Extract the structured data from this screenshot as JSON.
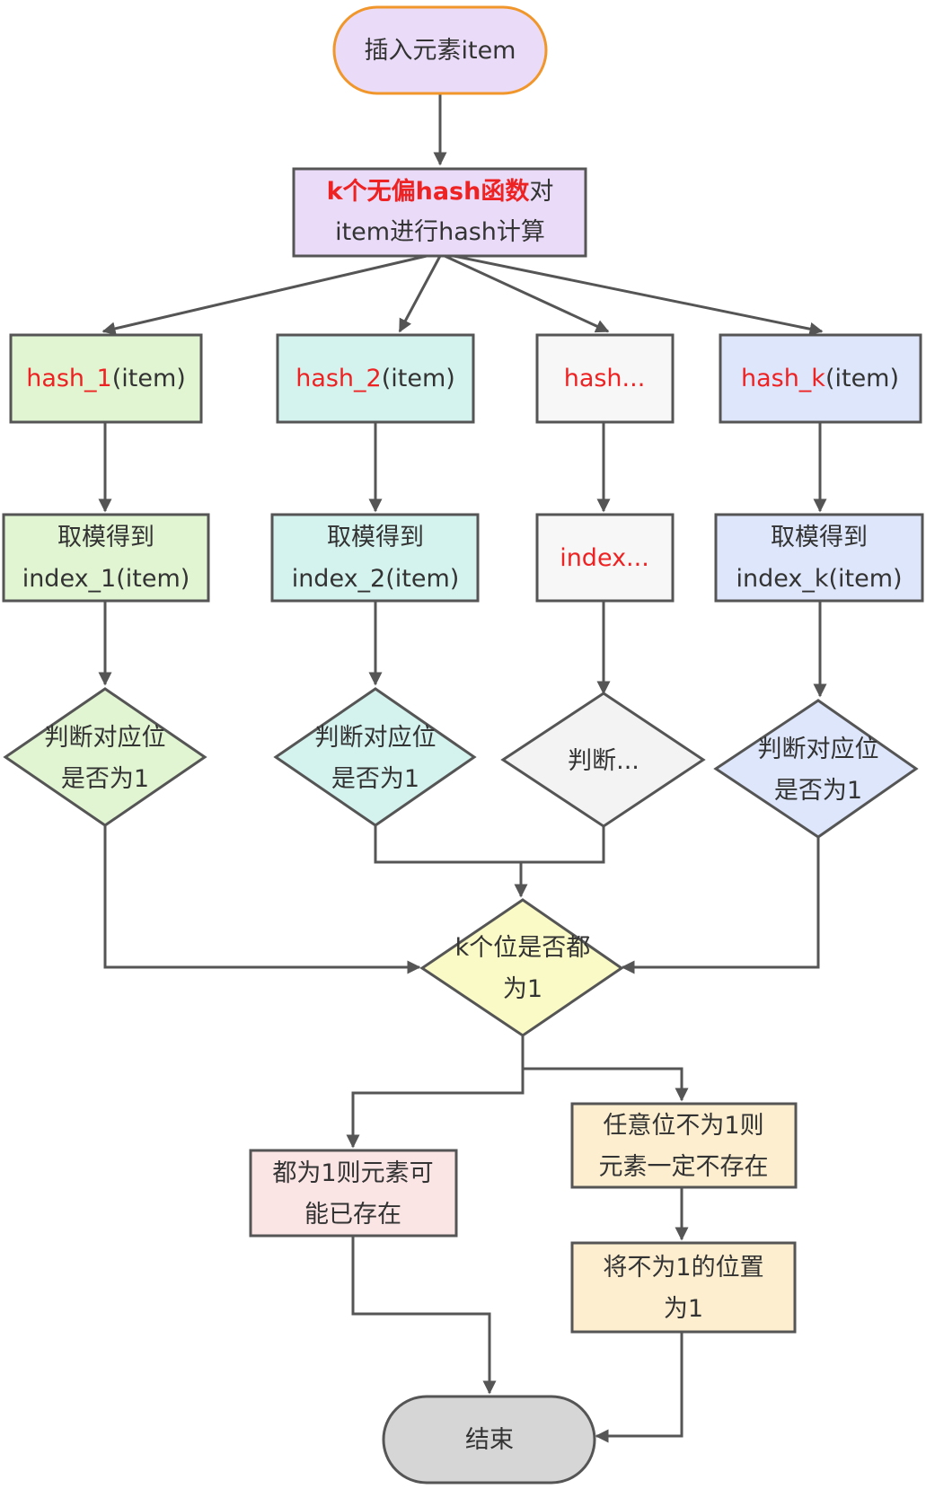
{
  "nodes": {
    "start": "插入元素item",
    "hash_compute": {
      "red": "k个无偏hash函数",
      "rest": "对",
      "line2": "item进行hash计算"
    },
    "hash_1": {
      "red": "hash_1",
      "rest": "(item)"
    },
    "hash_2": {
      "red": "hash_2",
      "rest": "(item)"
    },
    "hash_more": "hash...",
    "hash_k": {
      "red": "hash_k",
      "rest": "(item)"
    },
    "mod_1": [
      "取模得到",
      "index_1(item)"
    ],
    "mod_2": [
      "取模得到",
      "index_2(item)"
    ],
    "mod_more": "index...",
    "mod_k": [
      "取模得到",
      "index_k(item)"
    ],
    "check_1": [
      "判断对应位",
      "是否为1"
    ],
    "check_2": [
      "判断对应位",
      "是否为1"
    ],
    "check_more": "判断...",
    "check_k": [
      "判断对应位",
      "是否为1"
    ],
    "all_set": [
      "k个位是否都",
      "为1"
    ],
    "maybe_exists": [
      "都为1则元素可",
      "能已存在"
    ],
    "not_exists": [
      "任意位不为1则",
      "元素一定不存在"
    ],
    "set_bits": [
      "将不为1的位置",
      "为1"
    ],
    "end": "结束"
  },
  "colors": {
    "start_fill": "#eadcf8",
    "start_stroke": "#f0962a",
    "purple": "#eadcf8",
    "green": "#e1f5d2",
    "teal": "#d5f3ee",
    "gray": "#f7f7f7",
    "blue": "#dde6fb",
    "yellow": "#fafac6",
    "pink": "#fbe4e4",
    "orange": "#fdeecf",
    "end_fill": "#d6d6d6",
    "highlight": "#ee2222",
    "stroke": "#555555"
  }
}
